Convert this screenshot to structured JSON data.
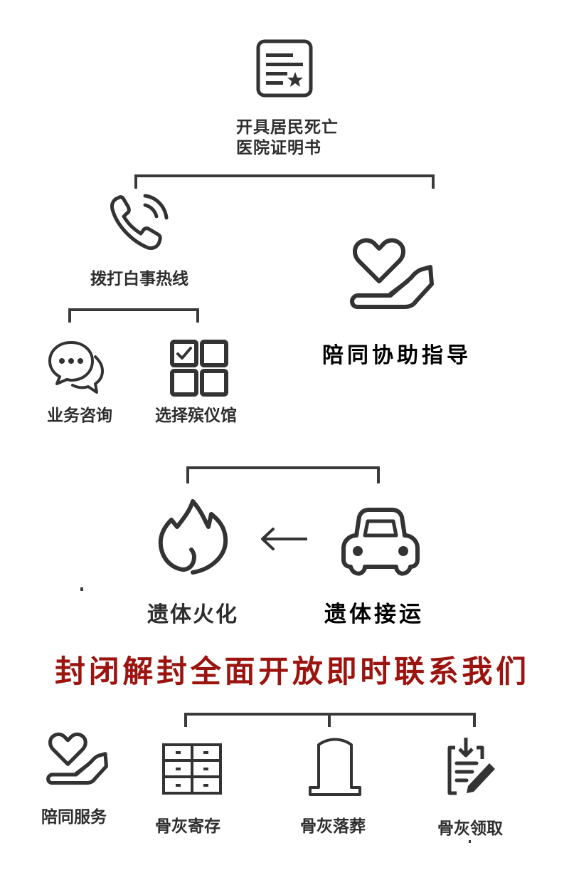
{
  "colors": {
    "icon": "#333333",
    "line": "#3a3a3a",
    "label": "#2e2e2e",
    "label_strong": "#000000",
    "headline": "#9b1410",
    "background": "#ffffff"
  },
  "steps": {
    "certificate": {
      "icon": "document-star-icon",
      "label_line1": "开具居民死亡",
      "label_line2": "医院证明书"
    },
    "hotline": {
      "icon": "phone-ringing-icon",
      "label": "拨打白事热线"
    },
    "consult": {
      "icon": "chat-bubbles-icon",
      "label": "业务咨询"
    },
    "choose_home": {
      "icon": "checkbox-grid-icon",
      "label": "选择殡仪馆"
    },
    "guidance": {
      "icon": "heart-hand-icon",
      "label": "陪同协助指导"
    },
    "cremation": {
      "icon": "flame-icon",
      "label": "遗体火化"
    },
    "transport": {
      "icon": "car-icon",
      "label": "遗体接运"
    },
    "flow_arrow": {
      "icon": "arrow-left-icon"
    }
  },
  "headline": "封闭解封全面开放即时联系我们",
  "services": [
    {
      "icon": "heart-hand-icon",
      "label": "陪同服务"
    },
    {
      "icon": "storage-cabinet-icon",
      "label": "骨灰寄存"
    },
    {
      "icon": "tombstone-icon",
      "label": "骨灰落葬"
    },
    {
      "icon": "clipboard-download-pen-icon",
      "label": "骨灰领取"
    }
  ]
}
